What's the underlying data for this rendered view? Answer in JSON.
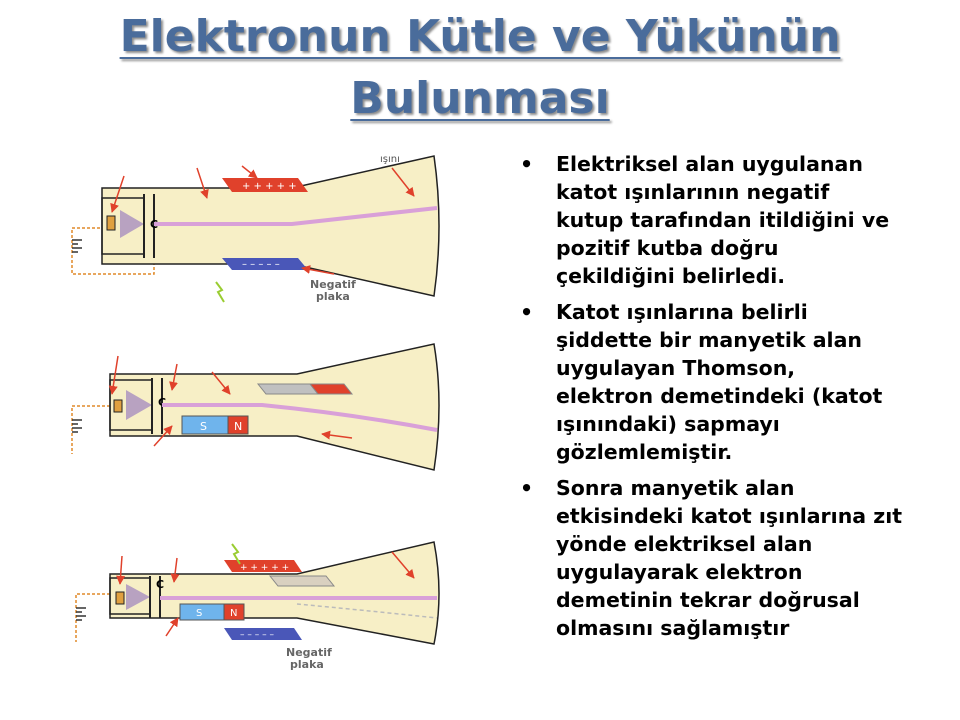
{
  "title": {
    "line1": "Elektronun Kütle ve Yükünün",
    "line2": "Bulunması"
  },
  "bullets": [
    {
      "lines": [
        "Elektriksel alan uygulanan",
        "katot ışınlarının negatif",
        "kutup tarafından itildiğini ve",
        "pozitif kutba doğru",
        "çekildiğini belirledi."
      ]
    },
    {
      "lines": [
        "Katot ışınlarına belirli",
        "şiddette bir manyetik alan",
        "uygulayan Thomson,",
        "elektron demetindeki  (katot",
        "ışınındaki) sapmayı",
        "gözlemlemiştir."
      ]
    },
    {
      "lines": [
        "Sonra manyetik alan",
        "etkisindeki katot ışınlarına zıt",
        "yönde elektriksel alan",
        "uygulayarak elektron",
        "demetinin tekrar doğrusal",
        "olmasını sağlamıştır"
      ]
    }
  ],
  "diagrams": {
    "d1": {
      "label_top": "ışını",
      "label_c": "C",
      "label_neg1": "Negatif",
      "label_neg2": "plaka"
    },
    "d2": {
      "label_c": "C",
      "magnet_s": "S",
      "magnet_n": "N"
    },
    "d3": {
      "label_c": "C",
      "magnet_s": "S",
      "magnet_n": "N",
      "label_neg1": "Negatif",
      "label_neg2": "plaka"
    }
  },
  "colors": {
    "title": "#4a6c9b",
    "tube_fill": "#f7efc6",
    "beam": "#d9a0d8",
    "plate_pos": "#e0412b",
    "plate_neg": "#4a57b8",
    "magnet_s": "#6fb4ec",
    "arrow": "#e0412b",
    "wire": "#e08a2a"
  }
}
